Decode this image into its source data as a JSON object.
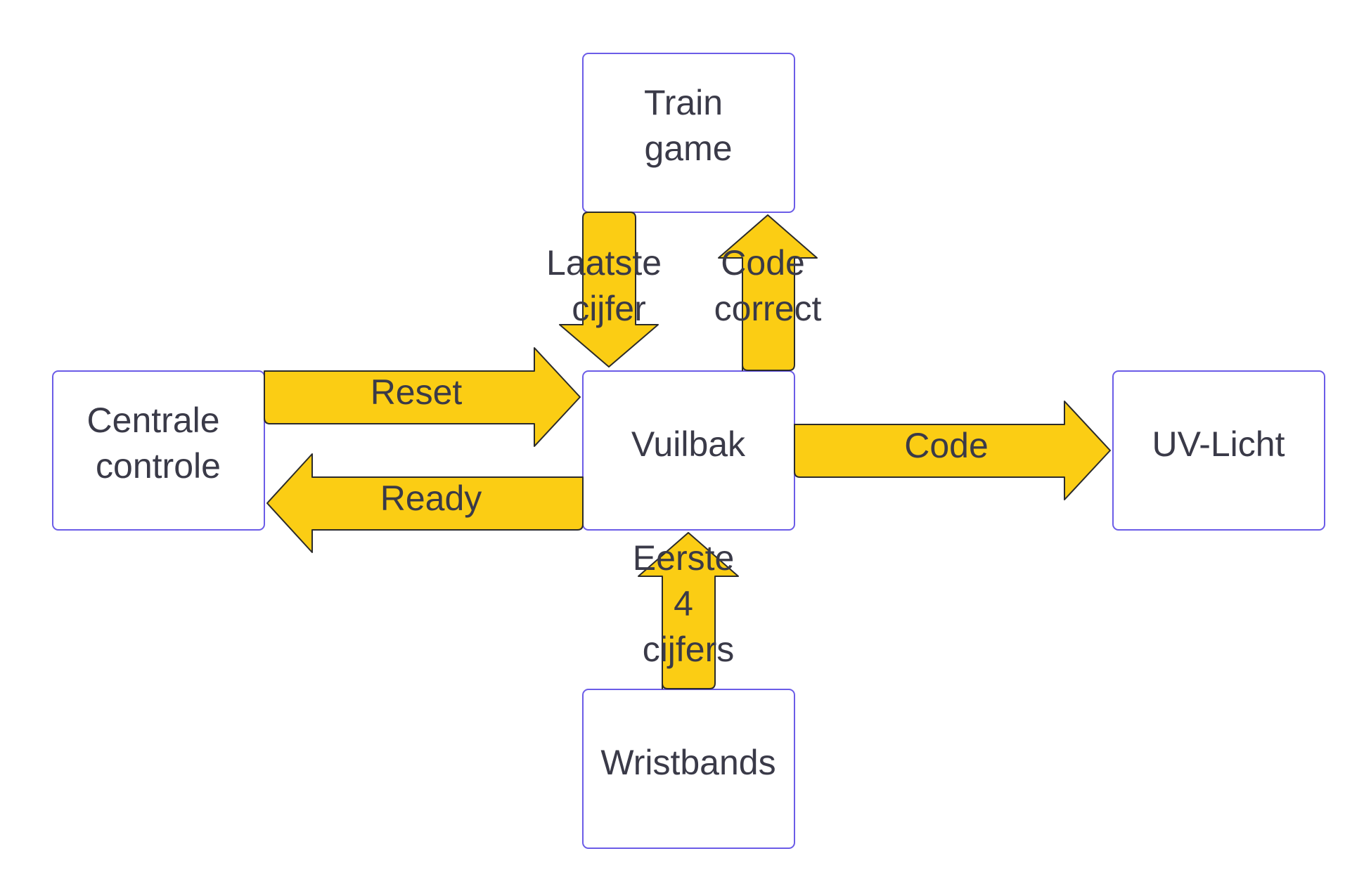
{
  "colors": {
    "box_stroke": "#6b5ce7",
    "box_fill": "#ffffff",
    "arrow_fill": "#fbcd14",
    "arrow_stroke": "#2b2b2b",
    "text": "#3a3a48"
  },
  "nodes": {
    "train_game": [
      "Train",
      "game"
    ],
    "centrale_controle": [
      "Centrale",
      "controle"
    ],
    "vuilbak": [
      "Vuilbak"
    ],
    "uv_licht": [
      "UV-Licht"
    ],
    "wristbands": [
      "Wristbands"
    ]
  },
  "edges": {
    "laatste_cijfer": [
      "Laatste",
      "cijfer"
    ],
    "code_correct": [
      "Code",
      "correct"
    ],
    "reset": [
      "Reset"
    ],
    "ready": [
      "Ready"
    ],
    "code": [
      "Code"
    ],
    "eerste_4_cijfers": [
      "Eerste",
      "4",
      "cijfers"
    ]
  }
}
